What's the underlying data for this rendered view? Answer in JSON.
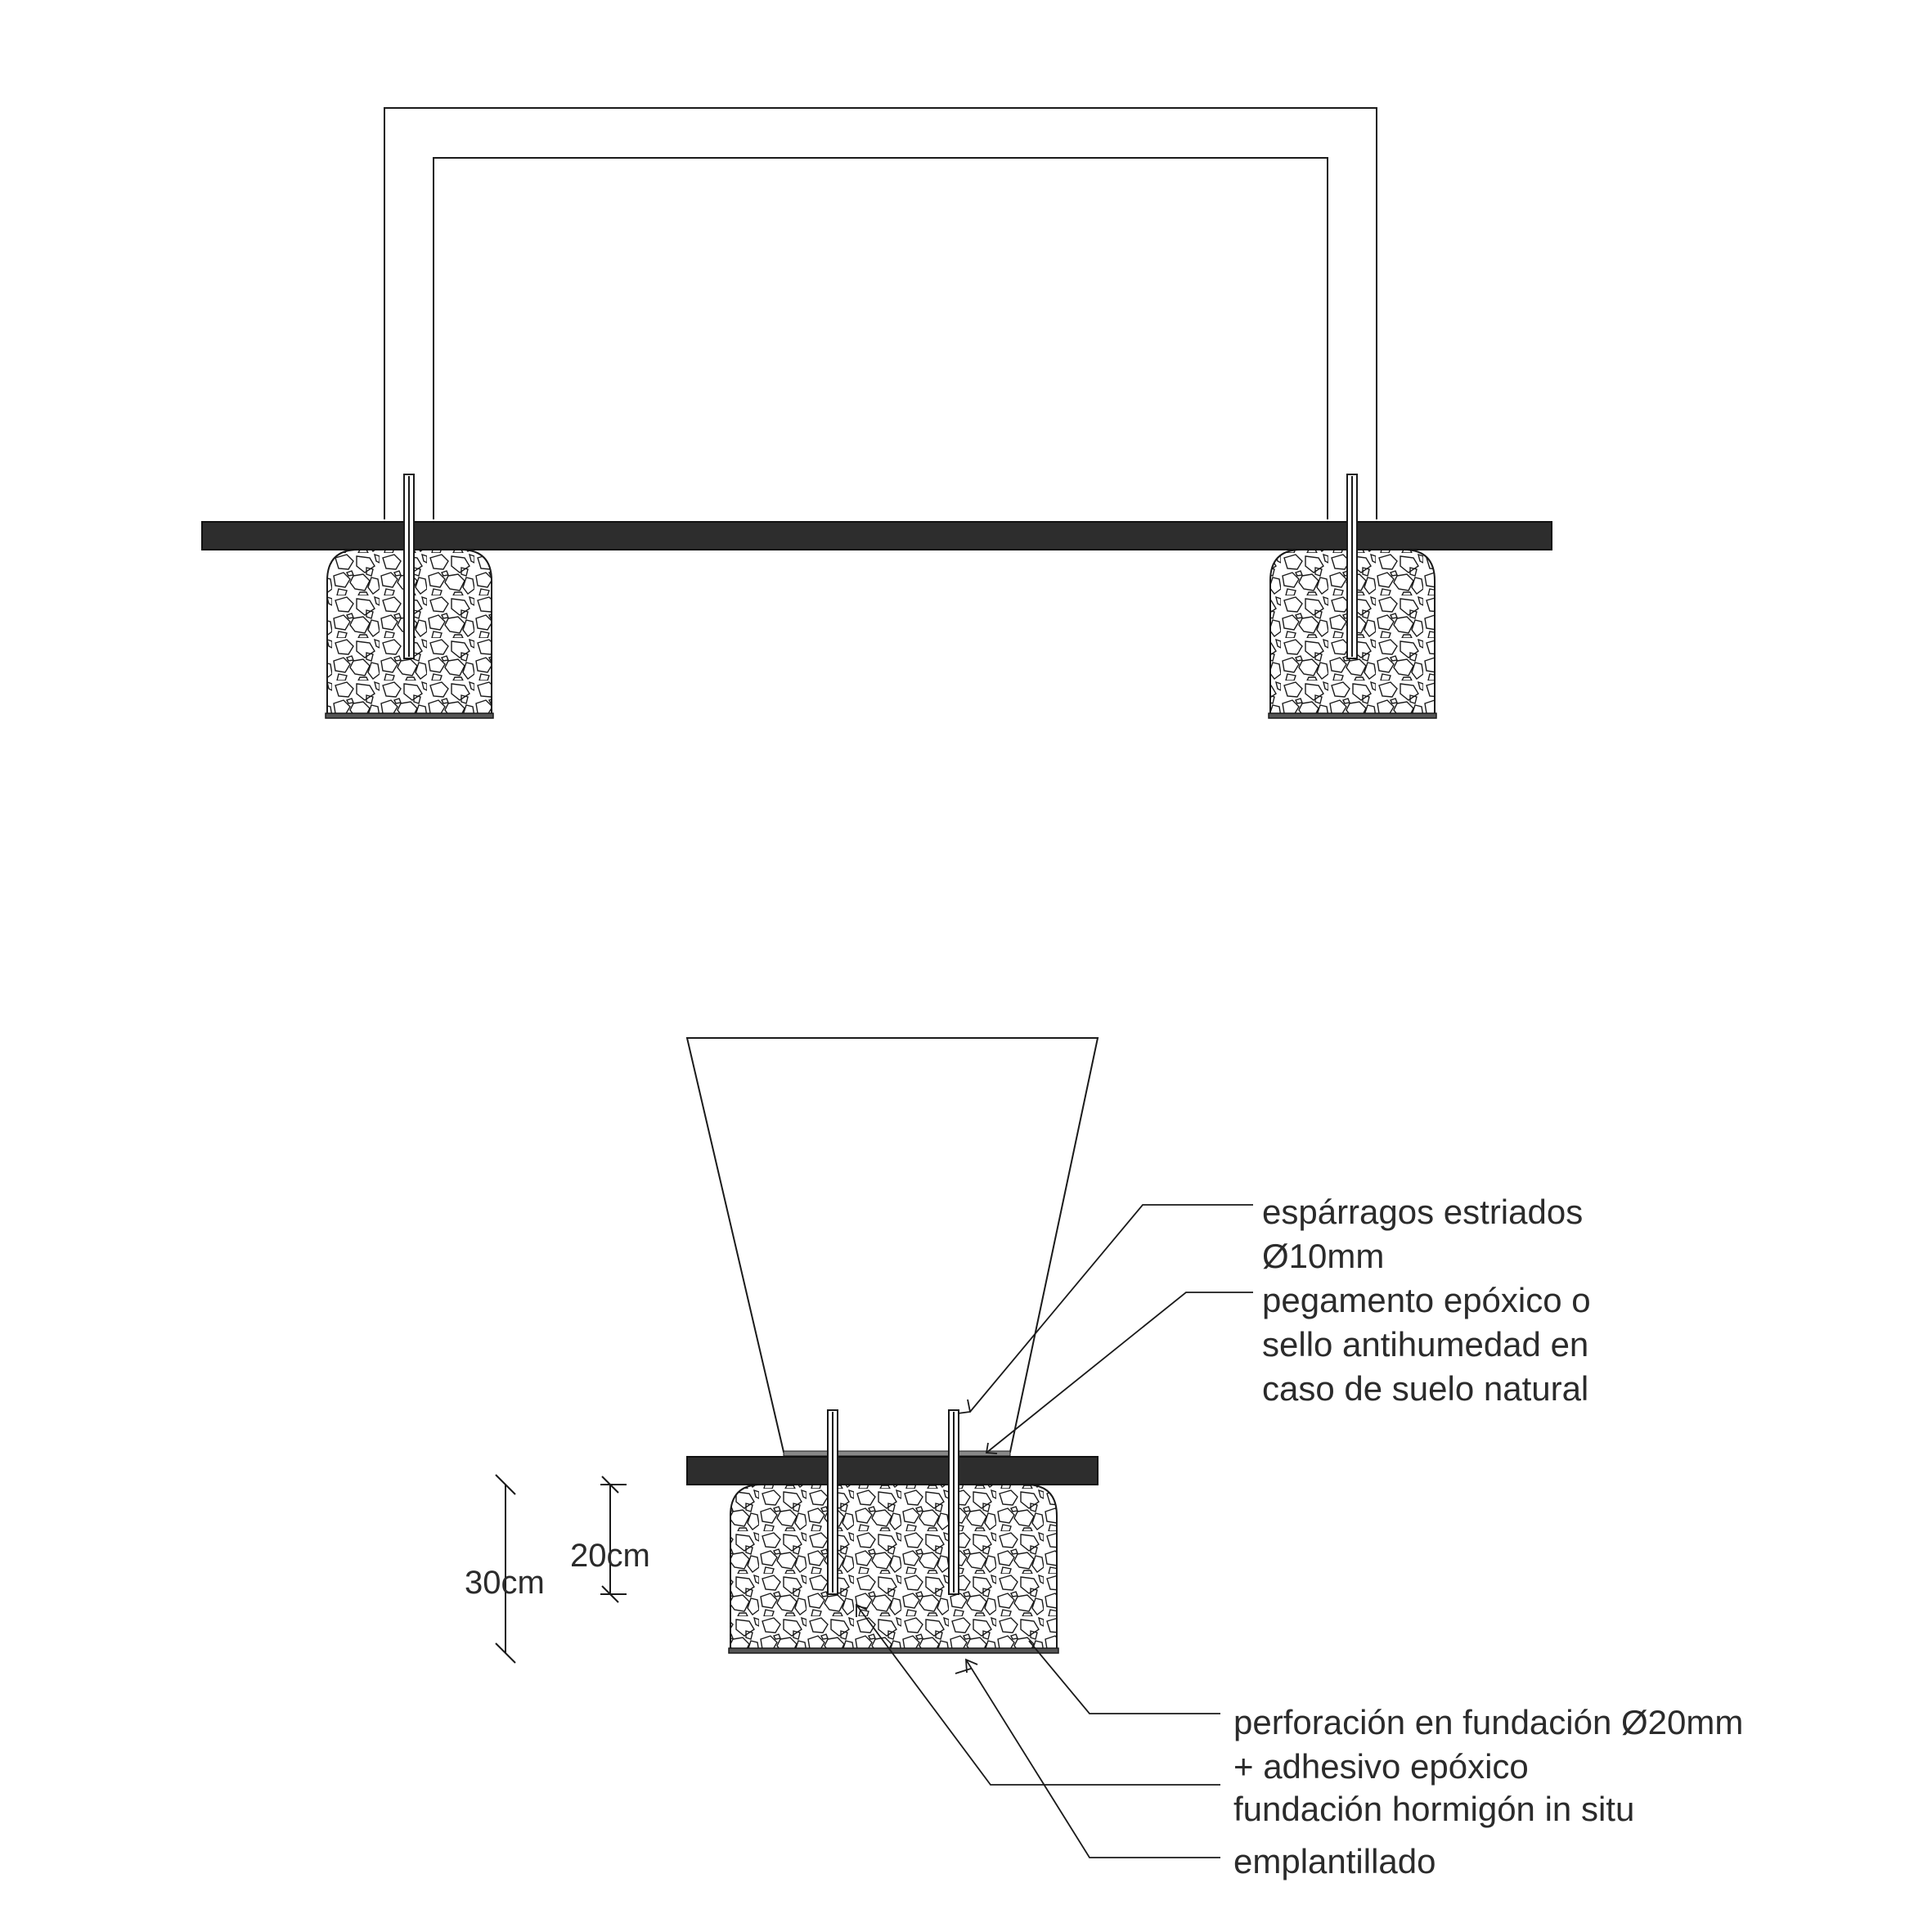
{
  "annotations": {
    "rods_line1": "espárragos estriados",
    "rods_line2": "Ø10mm",
    "epoxy_line1": "pegamento epóxico o",
    "epoxy_line2": "sello antihumedad en",
    "epoxy_line3": "caso de suelo natural",
    "drill_line1": "perforación en fundación Ø20mm",
    "drill_line2": "+ adhesivo epóxico",
    "foundation": "fundación hormigón in situ",
    "blinding": "emplantillado"
  },
  "dimensions": {
    "embed_depth": "20cm",
    "footing_depth": "30cm"
  },
  "colors": {
    "line": "#1a1a1a",
    "beam_fill": "#2d2d2d",
    "text": "#2b2b2b",
    "background": "#ffffff"
  }
}
